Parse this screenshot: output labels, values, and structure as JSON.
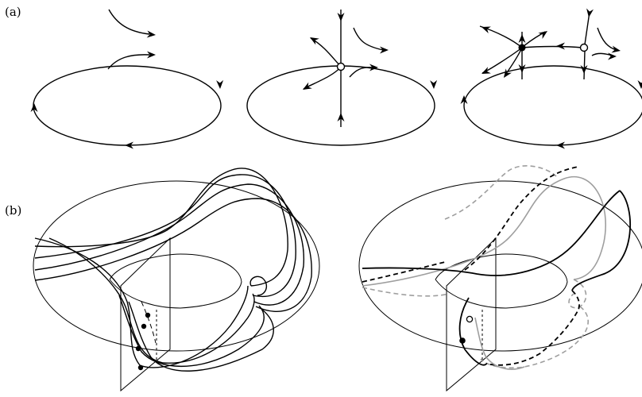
{
  "figure": {
    "panel_a_label": "(a)",
    "panel_b_label": "(b)"
  },
  "colors": {
    "ink": "#000000",
    "grey_curve": "#9e9e9e",
    "open_point_fill": "#ffffff",
    "filled_point": "#000000"
  },
  "icons": {
    "arrowhead": "flow-direction-arrow",
    "open_point": "unstable-fixed-point",
    "filled_point": "stable-fixed-point"
  }
}
